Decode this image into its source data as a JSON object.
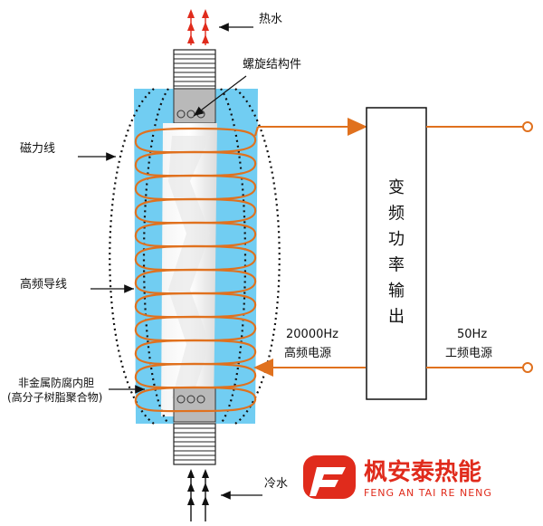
{
  "labels": {
    "hot_water": "热水",
    "cold_water": "冷水",
    "spiral_part": "螺旋结构件",
    "magnetic_lines": "磁力线",
    "hf_wire": "高频导线",
    "liner_line1": "非金属防腐内胆",
    "liner_line2": "(高分子树脂聚合物)",
    "hf_freq": "20000Hz",
    "hf_source": "高频电源",
    "lf_freq": "50Hz",
    "lf_source": "工频电源",
    "converter_chars": [
      "变",
      "频",
      "功",
      "率",
      "输",
      "出"
    ]
  },
  "brand": {
    "name_cn": "枫安泰热能",
    "name_en": "FENG AN TAI RE NENG"
  },
  "colors": {
    "coil": "#e0711e",
    "tank": "#71cdf2",
    "brand_red": "#e02b1c",
    "arrow_red": "#e02b1c",
    "dark": "#111111"
  }
}
